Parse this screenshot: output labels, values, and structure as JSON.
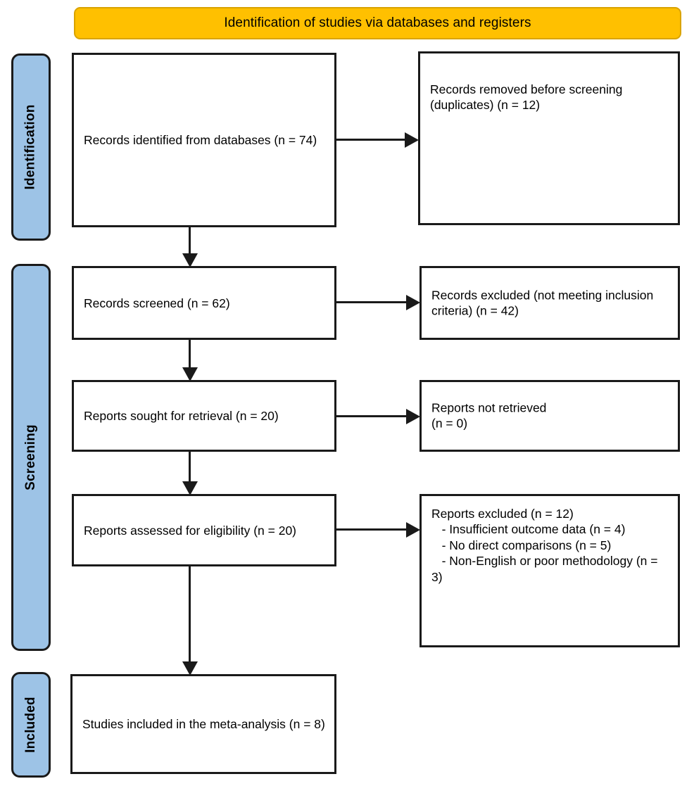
{
  "diagram": {
    "type": "prisma-flow-diagram",
    "header": {
      "title": "Identification of studies via databases and registers",
      "color": "#FFC000"
    },
    "stage_label_color": "#9DC3E6",
    "stages": [
      {
        "id": "identification",
        "label": "Identification"
      },
      {
        "id": "screening",
        "label": "Screening"
      },
      {
        "id": "included",
        "label": "Included"
      }
    ],
    "boxes": {
      "records_identified": "Records identified from databases (n = 74)",
      "records_removed": "Records removed before screening (duplicates) (n = 12)",
      "records_screened": "Records screened (n = 62)",
      "records_excluded_screening": "Records excluded (not meeting inclusion criteria) (n = 42)",
      "reports_sought": "Reports sought for retrieval (n = 20)",
      "reports_not_retrieved": "Reports not retrieved\n(n = 0)",
      "reports_assessed": "Reports assessed for eligibility (n = 20)",
      "reports_excluded": "Reports excluded (n = 12)\n   - Insufficient outcome data (n = 4)\n   - No direct comparisons (n = 5)\n   - Non-English or poor methodology (n = 3)",
      "studies_included": "Studies included in the meta-analysis (n = 8)"
    },
    "counts": {
      "records_identified_n": 74,
      "records_removed_n": 12,
      "records_screened_n": 62,
      "records_excluded_screening_n": 42,
      "reports_sought_n": 20,
      "reports_not_retrieved_n": 0,
      "reports_assessed_n": 20,
      "reports_excluded_n": 12,
      "reports_excluded_insufficient_outcome_data_n": 4,
      "reports_excluded_no_direct_comparisons_n": 5,
      "reports_excluded_non_english_or_poor_methodology_n": 3,
      "studies_included_n": 8
    }
  }
}
